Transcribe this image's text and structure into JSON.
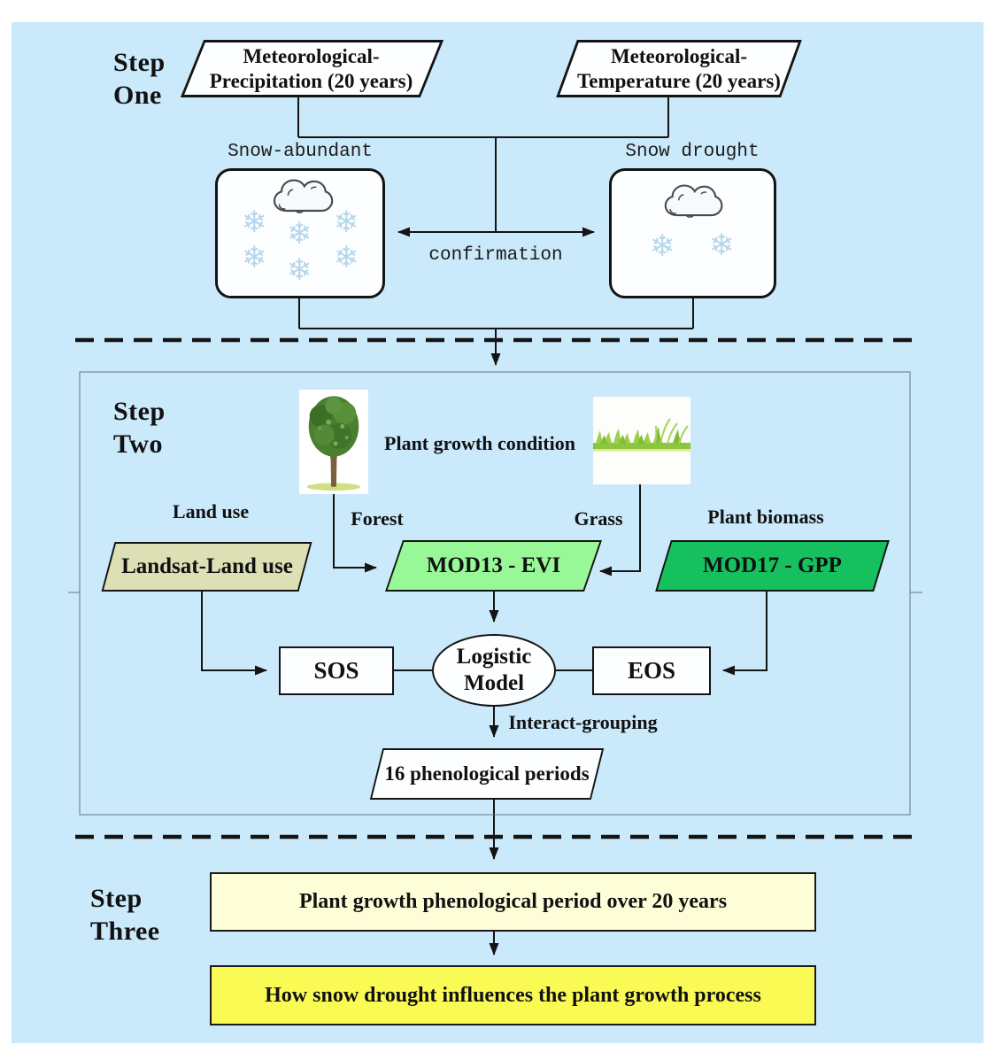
{
  "figure": {
    "type": "flowchart",
    "background_color": "#cae9fa",
    "line_color": "#141414"
  },
  "step1": {
    "label_line1": "Step",
    "label_line2": "One",
    "precip_line1": "Meteorological-",
    "precip_line2": "Precipitation (20 years)",
    "temp_line1": "Meteorological-",
    "temp_line2": "Temperature (20 years)",
    "snow_abundant_label": "Snow-abundant",
    "snow_drought_label": "Snow drought",
    "confirmation_label": "confirmation"
  },
  "step2": {
    "label_line1": "Step",
    "label_line2": "Two",
    "plant_growth_condition": "Plant growth condition",
    "land_use_label": "Land use",
    "forest_label": "Forest",
    "grass_label": "Grass",
    "plant_biomass_label": "Plant biomass",
    "landsat_label": "Landsat-Land use",
    "mod13_label": "MOD13 - EVI",
    "mod17_label": "MOD17 - GPP",
    "sos_label": "SOS",
    "eos_label": "EOS",
    "logistic_line1": "Logistic",
    "logistic_line2": "Model",
    "interact_label": "Interact-grouping",
    "phenological_label": "16 phenological periods"
  },
  "step3": {
    "label_line1": "Step",
    "label_line2": "Three",
    "box1_label": "Plant growth phenological period over 20 years",
    "box2_label": "How snow drought influences the plant growth process"
  },
  "icons": {
    "snowflake_glyph": "❄",
    "cloud_icon": "cloud-icon",
    "tree_icon": "tree-icon",
    "grass_icon": "grass-icon"
  },
  "colors": {
    "landsat_fill": "#dce0b4",
    "mod13_fill": "#98f898",
    "mod17_fill": "#17c05f",
    "step3_box1_fill": "#fdfdd8",
    "step3_box2_fill": "#fafa55",
    "snowflake": "#b5d6ea"
  }
}
